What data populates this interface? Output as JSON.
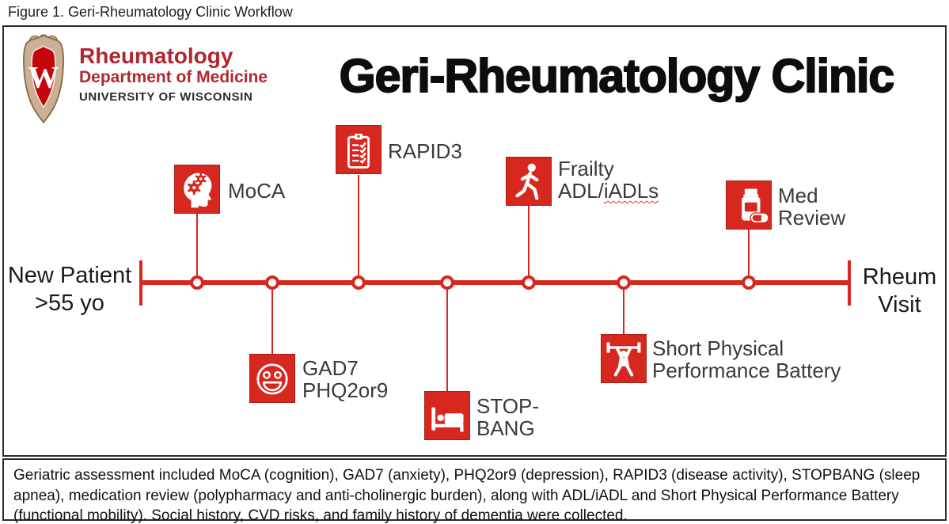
{
  "figure": {
    "caption": "Figure 1. Geri-Rheumatology Clinic Workflow"
  },
  "header": {
    "logo": {
      "crest_letter": "W",
      "line1": "Rheumatology",
      "line2": "Department of Medicine",
      "line3": "UNIVERSITY OF WISCONSIN"
    },
    "title": "Geri-Rheumatology Clinic"
  },
  "timeline": {
    "start": {
      "line1": "New Patient",
      "line2": ">55 yo"
    },
    "end": {
      "line1": "Rheum",
      "line2": "Visit"
    },
    "nodes": {
      "moca": {
        "icon": "brain-cognition-icon",
        "line1": "MoCA"
      },
      "gad7": {
        "icon": "smiley-face-icon",
        "line1": "GAD7",
        "line2": "PHQ2or9"
      },
      "rapid3": {
        "icon": "clipboard-checklist-icon",
        "line1": "RAPID3"
      },
      "stopbang": {
        "icon": "sleep-bed-icon",
        "line1": "STOP-",
        "line2": "BANG"
      },
      "frailty": {
        "icon": "walking-person-icon",
        "line1": "Frailty",
        "line2_prefix": "ADL/",
        "line2_underlined": "iADLs"
      },
      "sppb": {
        "icon": "weightlifter-icon",
        "line1": "Short Physical",
        "line2": "Performance Battery"
      },
      "medreview": {
        "icon": "pill-bottle-icon",
        "line1": "Med",
        "line2": "Review"
      }
    }
  },
  "footnote": "Geriatric assessment included MoCA (cognition), GAD7 (anxiety), PHQ2or9 (depression), RAPID3 (disease activity), STOPBANG (sleep apnea), medication review (polypharmacy and anti-cholinergic burden), along with ADL/iADL and Short Physical Performance Battery (functional mobility). Social history, CVD risks, and family history of dementia were collected.",
  "colors": {
    "accent_red": "#d6281e",
    "crest_red": "#c5050c",
    "logo_red": "#b0282e",
    "label_gray": "#3a3a3a"
  }
}
